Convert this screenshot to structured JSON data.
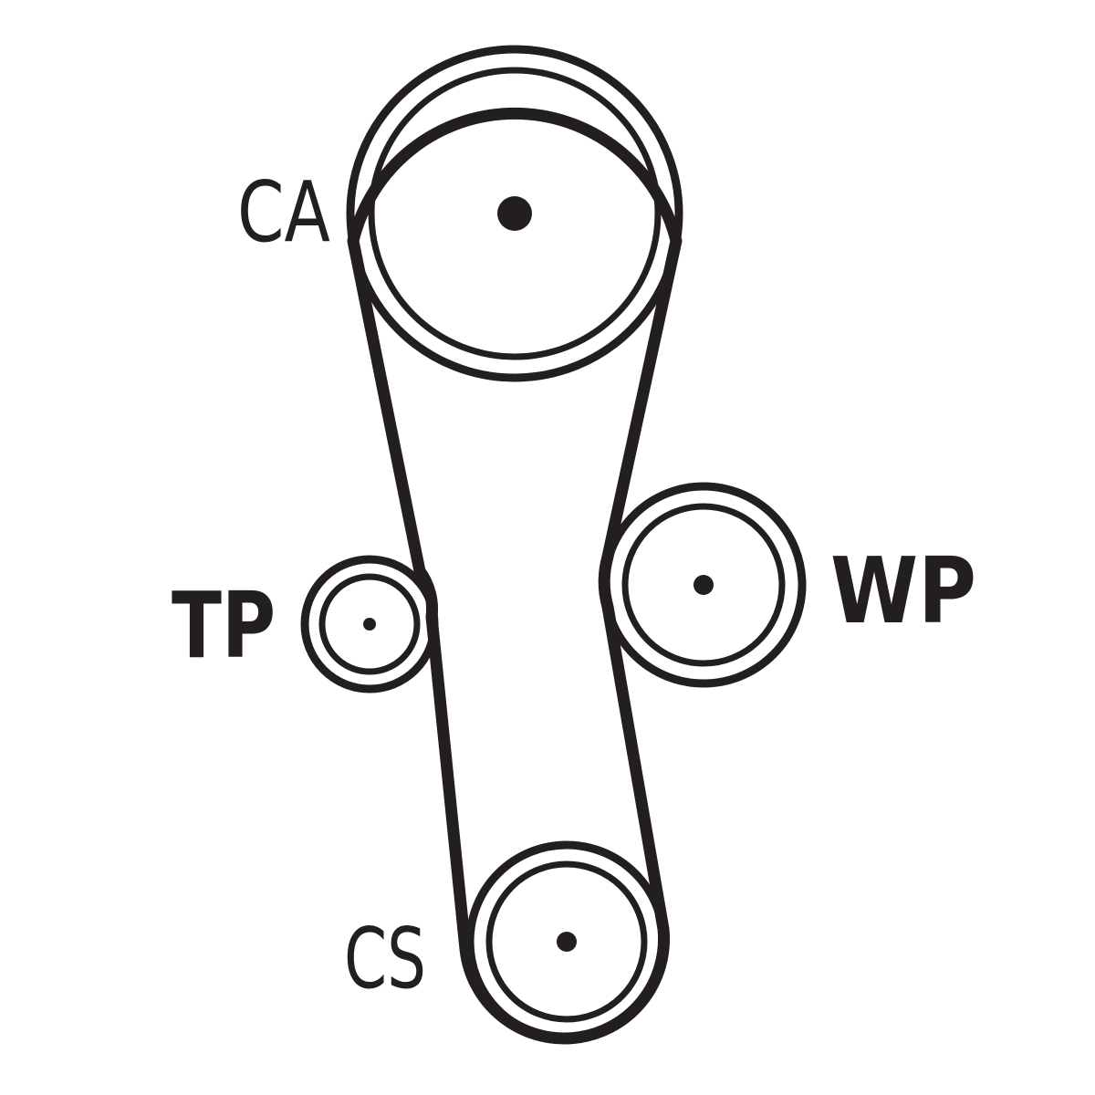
{
  "diagram": {
    "line_color": "#231f20",
    "background_color": "#ffffff",
    "pulleys": [
      {
        "id": "ca",
        "label": "CA"
      },
      {
        "id": "tp",
        "label": "TP"
      },
      {
        "id": "wp",
        "label": "WP"
      },
      {
        "id": "cs",
        "label": "CS"
      }
    ]
  }
}
